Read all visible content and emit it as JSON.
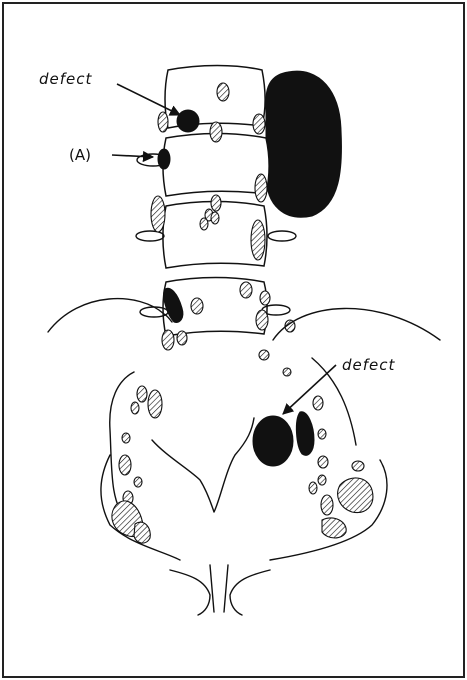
{
  "labels": {
    "defect_top": "defect",
    "marker_a": "(A)",
    "defect_pelvis": "defect"
  },
  "colors": {
    "ink": "#111111",
    "background": "#ffffff",
    "frame": "#222222"
  }
}
